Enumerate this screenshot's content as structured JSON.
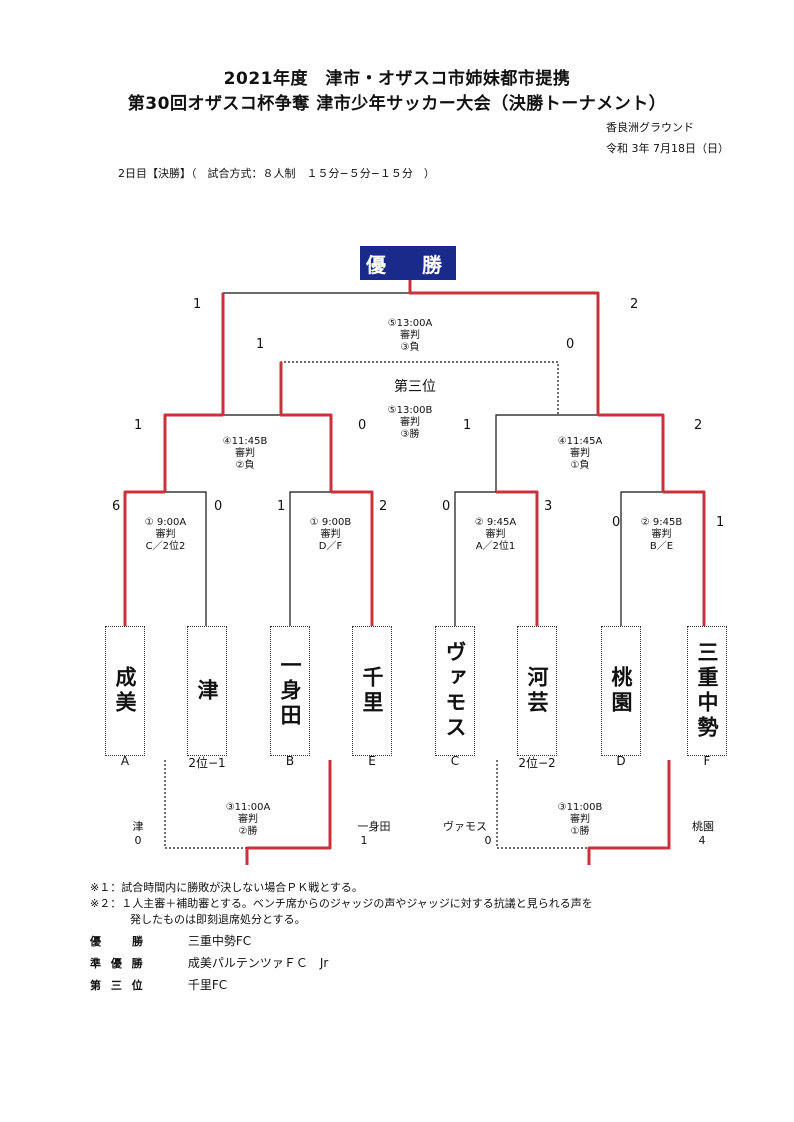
{
  "header": {
    "title1": "2021年度　津市・オザスコ市姉妹都市提携",
    "title2": "第30回オザスコ杯争奪 津市少年サッカー大会（決勝トーナメント）",
    "venue": "香良洲グラウンド",
    "date": "令和 3年 7月18日（日）",
    "format": "2日目【決勝】（　試合方式：８人制　１５分−５分−１５分　）"
  },
  "champion_label": "優　勝",
  "third_place_label": "第三位",
  "teams": [
    {
      "name": "成美",
      "group": "A"
    },
    {
      "name": "津",
      "group": "2位−1"
    },
    {
      "name": "一身田",
      "group": "B"
    },
    {
      "name": "千里",
      "group": "E"
    },
    {
      "name": "ヴァモス",
      "group": "C"
    },
    {
      "name": "河芸",
      "group": "2位−2"
    },
    {
      "name": "桃園",
      "group": "D"
    },
    {
      "name": "三重中勢",
      "group": "F"
    }
  ],
  "matches": {
    "r1_1": {
      "line1": "① 9:00A",
      "line2": "審判",
      "line3": "C／2位2",
      "score_left": "6",
      "score_right": "0"
    },
    "r1_2": {
      "line1": "① 9:00B",
      "line2": "審判",
      "line3": "D／F",
      "score_left": "1",
      "score_right": "2"
    },
    "r1_3": {
      "line1": "② 9:45A",
      "line2": "審判",
      "line3": "A／2位1",
      "score_left": "0",
      "score_right": "3"
    },
    "r1_4": {
      "line1": "② 9:45B",
      "line2": "審判",
      "line3": "B／E",
      "score_left": "0",
      "score_right": "1"
    },
    "sf_1": {
      "line1": "④11:45B",
      "line2": "審判",
      "line3": "②負",
      "score_left": "1",
      "score_right": "0"
    },
    "sf_2": {
      "line1": "④11:45A",
      "line2": "審判",
      "line3": "①負",
      "score_left": "1",
      "score_right": "2"
    },
    "final": {
      "line1": "⑤13:00A",
      "line2": "審判",
      "line3": "③負",
      "score_left": "1",
      "score_right": "2"
    },
    "third": {
      "line1": "⑤13:00B",
      "line2": "審判",
      "line3": "③勝",
      "score_left": "1",
      "score_right": "0"
    },
    "c_1": {
      "line1": "③11:00A",
      "line2": "審判",
      "line3": "②勝",
      "left_team": "津",
      "left_score": "0",
      "right_team": "一身田",
      "right_score": "1"
    },
    "c_2": {
      "line1": "③11:00B",
      "line2": "審判",
      "line3": "①勝",
      "left_team": "ヴァモス",
      "left_score": "0",
      "right_team": "桃園",
      "right_score": "4"
    }
  },
  "notes": {
    "note1": "※１：試合時間内に勝敗が決しない場合ＰＫ戦とする。",
    "note2a": "※２：１人主審＋補助審とする。ベンチ席からのジャッジの声やジャッジに対する抗議と見られる声を",
    "note2b": "発したものは即刻退席処分とする。"
  },
  "results": [
    {
      "label": "優　　勝",
      "value": "三重中勢FC"
    },
    {
      "label": "準 優 勝",
      "value": "成美パルテンツァＦＣ　Jr"
    },
    {
      "label": "第 三 位",
      "value": "千里FC"
    }
  ],
  "colors": {
    "winner_line": "#c8323c",
    "champion_bg": "#1a2a8a"
  }
}
